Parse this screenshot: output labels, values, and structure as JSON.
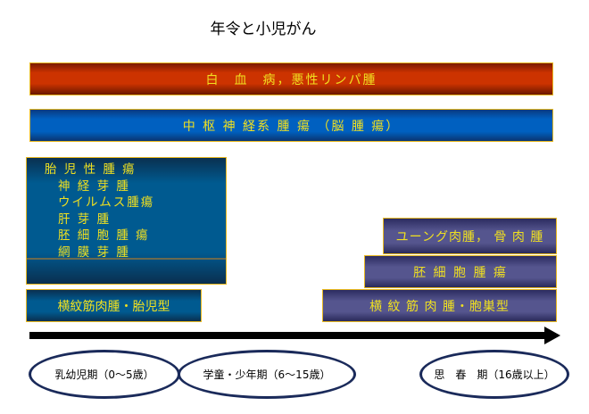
{
  "title": "年令と小児がん",
  "bars": {
    "leukemia": "白　血　病，悪性リンパ腫",
    "cns": "中 枢 神 経系 腫 瘍 （脳 腫 瘍）",
    "rhabdo_embryonal": "横紋筋肉腫・胎児型",
    "ewing": "ユーング肉腫， 骨 肉 腫",
    "germ_cell": "胚 細 胞 腫 瘍",
    "rhabdo_alveolar": "横 紋 筋 肉 腫・胞巣型"
  },
  "embryonal": {
    "heading": "胎 児 性 腫 瘍",
    "items": [
      "神 経 芽 腫",
      "ウイルムス腫瘍",
      "肝 芽 腫",
      "胚 細 胞 腫 瘍",
      "網 膜 芽 腫"
    ]
  },
  "ages": [
    "乳幼児期（0〜5歳）",
    "学童・少年期（6〜15歳）",
    "思　春　期（16歳以上）"
  ]
}
